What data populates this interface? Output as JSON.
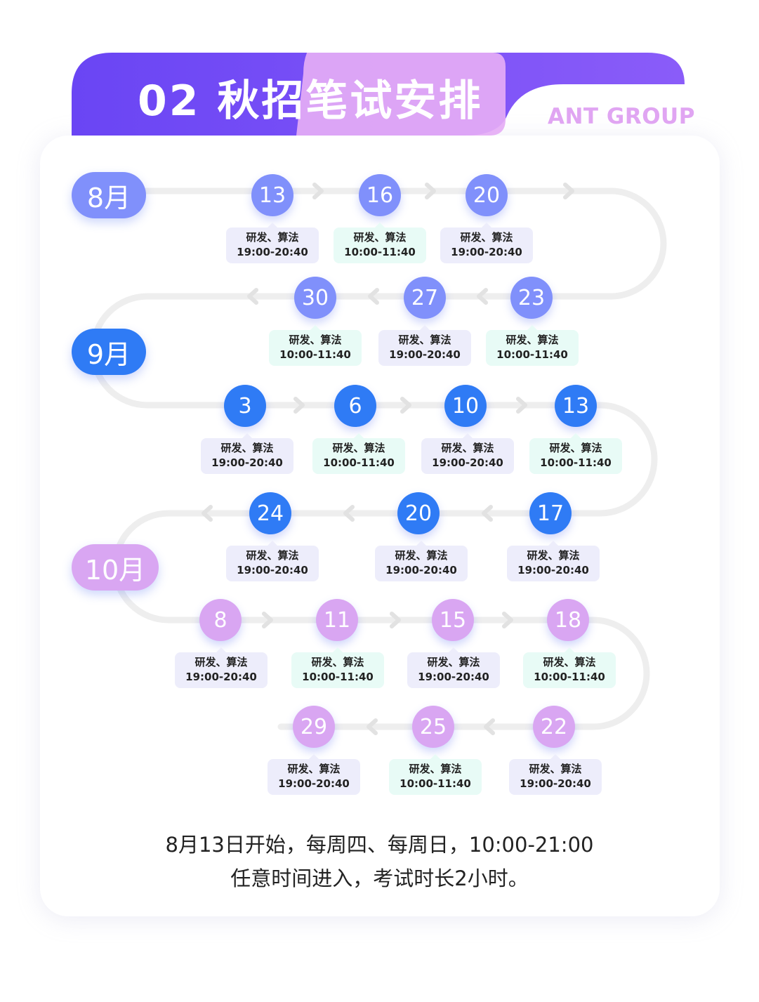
{
  "header": {
    "title": "02 秋招笔试安排",
    "brand": "ANT GROUP"
  },
  "colors": {
    "aug": "#8090fb",
    "sep": "#2f7bf5",
    "oct": "#d9a6f2",
    "tag_purple": "#ededfb",
    "tag_cyan": "#e8fbf6",
    "track": "#eeeeee"
  },
  "months": [
    {
      "label": "8月",
      "color": "aug"
    },
    {
      "label": "9月",
      "color": "sep"
    },
    {
      "label": "10月",
      "color": "oct"
    }
  ],
  "rows": [
    {
      "direction": "right",
      "month": "aug",
      "dates": [
        {
          "day": "13",
          "line1": "研发、算法",
          "line2": "19:00-20:40",
          "tag": "purple"
        },
        {
          "day": "16",
          "line1": "研发、算法",
          "line2": "10:00-11:40",
          "tag": "cyan"
        },
        {
          "day": "20",
          "line1": "研发、算法",
          "line2": "19:00-20:40",
          "tag": "purple"
        }
      ]
    },
    {
      "direction": "left",
      "month": "aug",
      "dates": [
        {
          "day": "30",
          "line1": "研发、算法",
          "line2": "10:00-11:40",
          "tag": "cyan"
        },
        {
          "day": "27",
          "line1": "研发、算法",
          "line2": "19:00-20:40",
          "tag": "purple"
        },
        {
          "day": "23",
          "line1": "研发、算法",
          "line2": "10:00-11:40",
          "tag": "cyan"
        }
      ]
    },
    {
      "direction": "right",
      "month": "sep",
      "dates": [
        {
          "day": "3",
          "line1": "研发、算法",
          "line2": "19:00-20:40",
          "tag": "purple"
        },
        {
          "day": "6",
          "line1": "研发、算法",
          "line2": "10:00-11:40",
          "tag": "cyan"
        },
        {
          "day": "10",
          "line1": "研发、算法",
          "line2": "19:00-20:40",
          "tag": "purple"
        },
        {
          "day": "13",
          "line1": "研发、算法",
          "line2": "10:00-11:40",
          "tag": "cyan"
        }
      ]
    },
    {
      "direction": "left",
      "month": "sep",
      "dates": [
        {
          "day": "24",
          "line1": "研发、算法",
          "line2": "19:00-20:40",
          "tag": "purple"
        },
        {
          "day": "20",
          "line1": "研发、算法",
          "line2": "19:00-20:40",
          "tag": "purple"
        },
        {
          "day": "17",
          "line1": "研发、算法",
          "line2": "19:00-20:40",
          "tag": "purple"
        }
      ]
    },
    {
      "direction": "right",
      "month": "oct",
      "dates": [
        {
          "day": "8",
          "line1": "研发、算法",
          "line2": "19:00-20:40",
          "tag": "purple"
        },
        {
          "day": "11",
          "line1": "研发、算法",
          "line2": "10:00-11:40",
          "tag": "cyan"
        },
        {
          "day": "15",
          "line1": "研发、算法",
          "line2": "19:00-20:40",
          "tag": "purple"
        },
        {
          "day": "18",
          "line1": "研发、算法",
          "line2": "10:00-11:40",
          "tag": "cyan"
        }
      ]
    },
    {
      "direction": "left",
      "month": "oct",
      "dates": [
        {
          "day": "29",
          "line1": "研发、算法",
          "line2": "19:00-20:40",
          "tag": "purple"
        },
        {
          "day": "25",
          "line1": "研发、算法",
          "line2": "10:00-11:40",
          "tag": "cyan"
        },
        {
          "day": "22",
          "line1": "研发、算法",
          "line2": "19:00-20:40",
          "tag": "purple"
        }
      ]
    }
  ],
  "footer": {
    "line1": "8月13日开始，每周四、每周日，10:00-21:00",
    "line2": "任意时间进入，考试时长2小时。"
  }
}
